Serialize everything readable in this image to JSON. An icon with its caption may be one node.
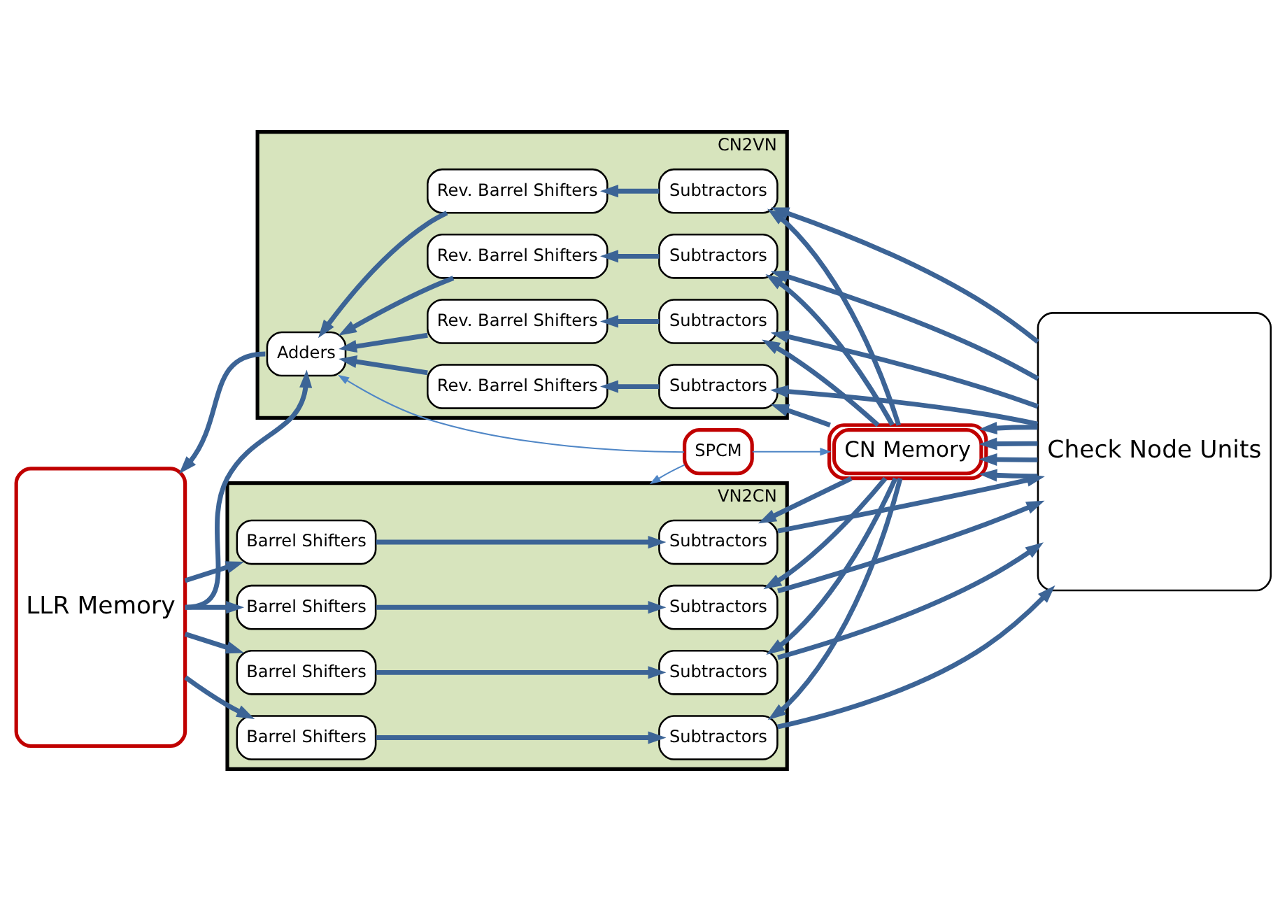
{
  "diagram": {
    "nodes": [
      {
        "text": [
          "LLR Memory"
        ]
      },
      {
        "text": [
          "CN2VN"
        ]
      },
      {
        "text": [
          "Adders"
        ],
        "in": 1
      },
      {
        "text": [
          "Rev. Barrel Shifters"
        ],
        "in": 1
      },
      {
        "text": [
          "Rev. Barrel Shifters"
        ],
        "in": 1
      },
      {
        "text": [
          "Rev. Barrel Shifters"
        ],
        "in": 1
      },
      {
        "text": [
          "Rev. Barrel Shifters"
        ],
        "in": 1
      },
      {
        "text": [
          "Subtractors"
        ],
        "in": 1
      },
      {
        "text": [
          "Subtractors"
        ],
        "in": 1
      },
      {
        "text": [
          "Subtractors"
        ],
        "in": 1
      },
      {
        "text": [
          "Subtractors"
        ],
        "in": 1
      },
      {
        "text": [
          "SPCM"
        ]
      },
      {
        "text": [
          "CN Memory"
        ]
      },
      {
        "text": [
          "VN2CN"
        ]
      },
      {
        "text": [
          "Barrel Shifters"
        ],
        "in": 13
      },
      {
        "text": [
          "Barrel Shifters"
        ],
        "in": 13
      },
      {
        "text": [
          "Barrel Shifters"
        ],
        "in": 13
      },
      {
        "text": [
          "Barrel Shifters"
        ],
        "in": 13
      },
      {
        "text": [
          "Subtractors"
        ],
        "in": 13
      },
      {
        "text": [
          "Subtractors"
        ],
        "in": 13
      },
      {
        "text": [
          "Subtractors"
        ],
        "in": 13
      },
      {
        "text": [
          "Subtractors"
        ],
        "in": 13
      },
      {
        "text": [
          "Check Node Units"
        ]
      }
    ],
    "edges": [
      {
        "from": 22,
        "to": 7,
        "arrow": "to"
      },
      {
        "from": 22,
        "to": 8,
        "arrow": "to"
      },
      {
        "from": 22,
        "to": 9,
        "arrow": "to"
      },
      {
        "from": 22,
        "to": 10,
        "arrow": "to"
      },
      {
        "from": 7,
        "to": 3,
        "arrow": "to"
      },
      {
        "from": 8,
        "to": 4,
        "arrow": "to"
      },
      {
        "from": 9,
        "to": 5,
        "arrow": "to"
      },
      {
        "from": 10,
        "to": 6,
        "arrow": "to"
      },
      {
        "from": 3,
        "to": 2,
        "arrow": "to"
      },
      {
        "from": 4,
        "to": 2,
        "arrow": "to"
      },
      {
        "from": 5,
        "to": 2,
        "arrow": "to"
      },
      {
        "from": 6,
        "to": 2,
        "arrow": "to"
      },
      {
        "from": 2,
        "to": 0,
        "arrow": "to"
      },
      {
        "from": 0,
        "to": 2,
        "arrow": "to"
      },
      {
        "from": 12,
        "to": 7,
        "arrow": "to"
      },
      {
        "from": 12,
        "to": 8,
        "arrow": "to"
      },
      {
        "from": 12,
        "to": 9,
        "arrow": "to"
      },
      {
        "from": 12,
        "to": 10,
        "arrow": "to"
      },
      {
        "from": 11,
        "to": 1,
        "arrow": "to",
        "color": "#4f86c6"
      },
      {
        "from": 11,
        "to": 12,
        "arrow": "to",
        "color": "#4f86c6"
      },
      {
        "from": 11,
        "to": 13,
        "arrow": "to",
        "color": "#4f86c6"
      },
      {
        "from": 22,
        "to": 12,
        "arrow": "to"
      },
      {
        "from": 22,
        "to": 12,
        "arrow": "to"
      },
      {
        "from": 22,
        "to": 12,
        "arrow": "to"
      },
      {
        "from": 22,
        "to": 12,
        "arrow": "to"
      },
      {
        "from": 0,
        "to": 14,
        "arrow": "to"
      },
      {
        "from": 0,
        "to": 15,
        "arrow": "to"
      },
      {
        "from": 0,
        "to": 16,
        "arrow": "to"
      },
      {
        "from": 0,
        "to": 17,
        "arrow": "to"
      },
      {
        "from": 14,
        "to": 18,
        "arrow": "to"
      },
      {
        "from": 15,
        "to": 19,
        "arrow": "to"
      },
      {
        "from": 16,
        "to": 20,
        "arrow": "to"
      },
      {
        "from": 17,
        "to": 21,
        "arrow": "to"
      },
      {
        "from": 12,
        "to": 18,
        "arrow": "to"
      },
      {
        "from": 12,
        "to": 19,
        "arrow": "to"
      },
      {
        "from": 12,
        "to": 20,
        "arrow": "to"
      },
      {
        "from": 12,
        "to": 21,
        "arrow": "to"
      },
      {
        "from": 18,
        "to": 22,
        "arrow": "to"
      },
      {
        "from": 19,
        "to": 22,
        "arrow": "to"
      },
      {
        "from": 20,
        "to": 22,
        "arrow": "to"
      },
      {
        "from": 21,
        "to": 22,
        "arrow": "to"
      }
    ]
  }
}
